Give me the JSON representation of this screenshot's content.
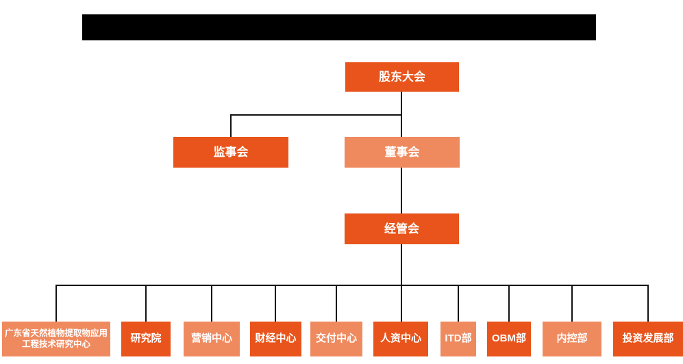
{
  "colors": {
    "primary": "#E8541B",
    "secondary": "#EF8A5F",
    "line": "#111111",
    "redacted": "#000000",
    "text": "#FFFFFF",
    "background": "#FFFFFF"
  },
  "org_chart": {
    "root": {
      "label": "股东大会"
    },
    "supervisory_board": {
      "label": "监事会"
    },
    "board_of_directors": {
      "label": "董事会"
    },
    "management_committee": {
      "label": "经管会"
    },
    "departments": [
      {
        "label": "广东省天然植物提取物应用工程技术研究中心"
      },
      {
        "label": "研究院"
      },
      {
        "label": "营销中心"
      },
      {
        "label": "财经中心"
      },
      {
        "label": "交付中心"
      },
      {
        "label": "人资中心"
      },
      {
        "label": "ITD部"
      },
      {
        "label": "OBM部"
      },
      {
        "label": "内控部"
      },
      {
        "label": "投资发展部"
      }
    ]
  }
}
